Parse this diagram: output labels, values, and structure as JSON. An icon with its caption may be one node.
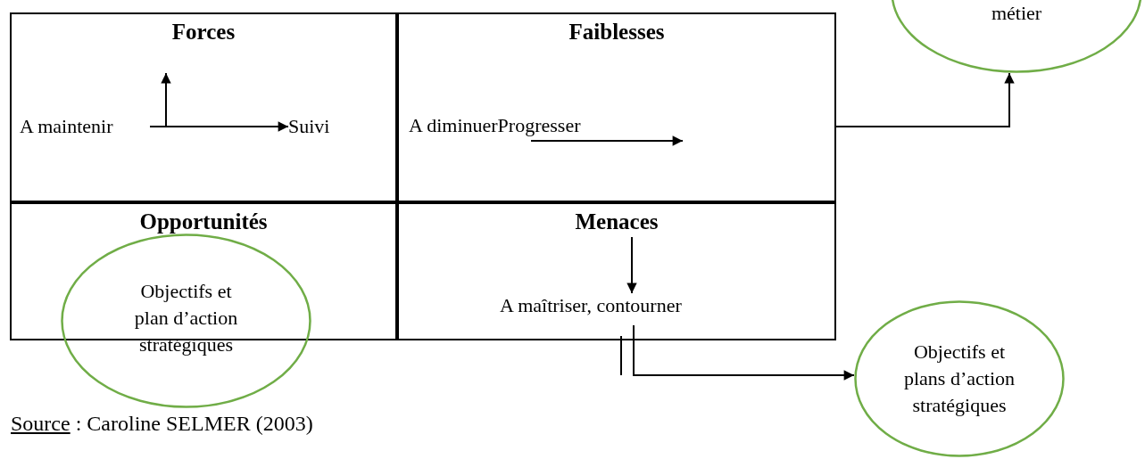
{
  "diagram": {
    "caption": "Source : Caroline SELMER (2003)",
    "nodes": [
      {
        "text": [
          "Forces"
        ]
      },
      {
        "text": [
          "Faiblesses"
        ]
      },
      {
        "text": [
          "Opportunités"
        ]
      },
      {
        "text": [
          "Menaces"
        ]
      },
      {
        "text": [
          "A maintenir"
        ],
        "in": 0
      },
      {
        "text": [
          "Suivi"
        ],
        "in": 0
      },
      {
        "text": [
          "A diminuerProgresser"
        ],
        "in": 1
      },
      {
        "text": [
          "A maîtriser, contourner"
        ],
        "in": 3
      },
      {
        "text": [
          "métier"
        ]
      },
      {
        "text": [
          "Objectifs et plan d’action stratégiques"
        ]
      },
      {
        "text": [
          "Objectifs et plans d’action stratégiques"
        ]
      }
    ],
    "edges": [
      {
        "from": 4,
        "to": 5,
        "arrow": "to"
      },
      {
        "from": 6,
        "to": null,
        "arrow": "to"
      },
      {
        "from": null,
        "to": 7,
        "arrow": "to"
      },
      {
        "from": 7,
        "to": 10,
        "arrow": "to"
      },
      {
        "from": 1,
        "to": 8,
        "arrow": "to"
      }
    ]
  }
}
